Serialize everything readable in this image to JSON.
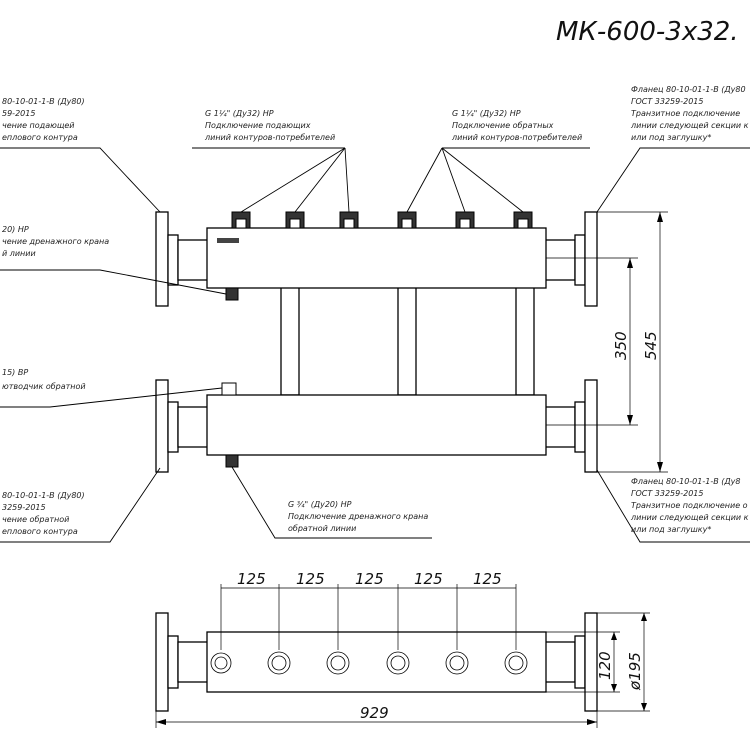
{
  "title": "МК-600-3х32.",
  "callouts": {
    "top_left": [
      "80-10-01-1-В (Ду80)",
      "59-2015",
      "чение подающей",
      "еплового контура"
    ],
    "drain_supply": [
      "20) НР",
      "чение дренажного крана",
      "й линии"
    ],
    "air_vent": [
      "15) ВР",
      "ютводчик обратной"
    ],
    "bottom_left": [
      "80-10-01-1-В (Ду80)",
      "3259-2015",
      "чение обратной",
      "еплового контура"
    ],
    "supply_outlets": [
      "G 1¼\" (Ду32) НР",
      "Подключение подающих",
      "линий контуров-потребителей"
    ],
    "return_outlets": [
      "G 1¼\" (Ду32) НР",
      "Подключение обратных",
      "линий контуров-потребителей"
    ],
    "flange_right_top": [
      "Фланец 80-10-01-1-В (Ду80",
      "ГОСТ 33259-2015",
      "Транзитное подключение",
      "линии следующей секции к",
      "или под заглушку*"
    ],
    "flange_right_bottom": [
      "Фланец 80-10-01-1-В (Ду8",
      "ГОСТ 33259-2015",
      "Транзитное подключение о",
      "линии следующей секции к",
      "или под заглушку*"
    ],
    "drain_return": [
      "G ¾\" (Ду20) НР",
      "Подключение дренажного крана",
      "обратной линии"
    ]
  },
  "dimensions": {
    "spacing": [
      "125",
      "125",
      "125",
      "125",
      "125"
    ],
    "length_total": "929",
    "height_axes": "350",
    "height_total": "545",
    "tube_height": "120",
    "flange_diameter": "ø195"
  }
}
